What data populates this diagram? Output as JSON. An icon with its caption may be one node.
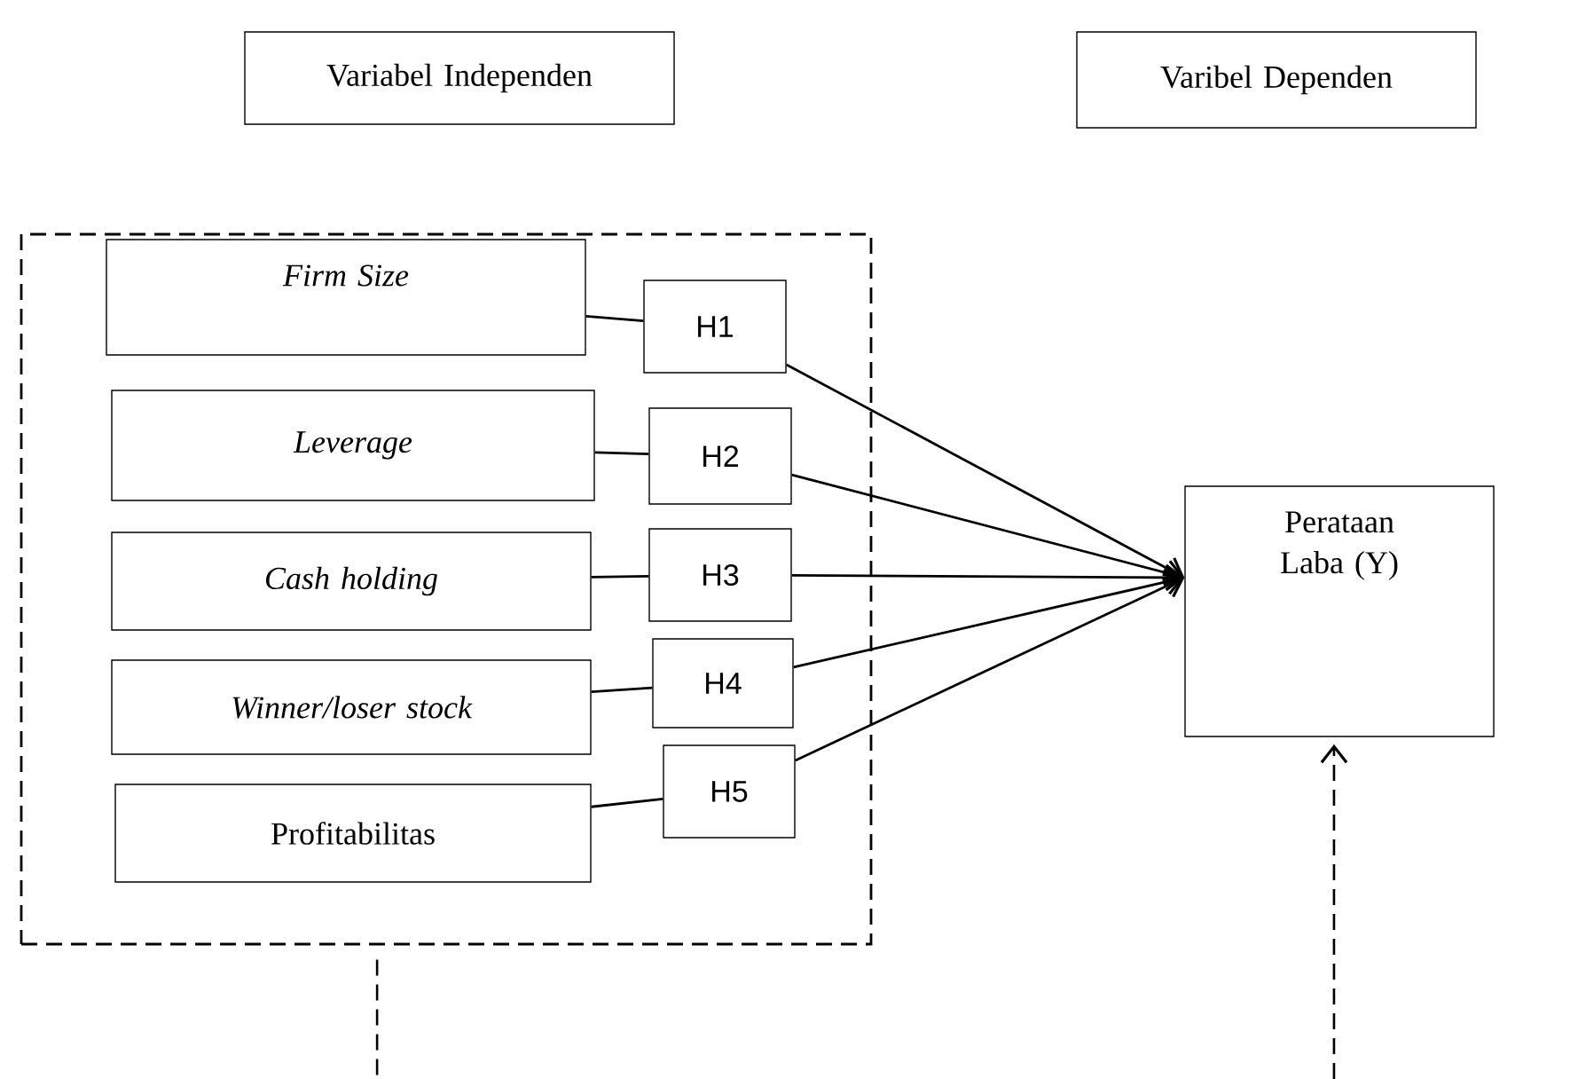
{
  "diagram": {
    "nodes": [
      {
        "text": [
          "Variabel Independen"
        ]
      },
      {
        "text": [
          "Varibel Dependen"
        ]
      },
      {
        "text": [],
        "shape": "box"
      },
      {
        "text": [
          "Firm Size"
        ],
        "in": 2
      },
      {
        "text": [
          "Leverage"
        ],
        "in": 2
      },
      {
        "text": [
          "Cash holding"
        ],
        "in": 2
      },
      {
        "text": [
          "Winner/loser stock"
        ],
        "in": 2
      },
      {
        "text": [
          "Profitabilitas"
        ],
        "in": 2
      },
      {
        "text": [
          "H1"
        ],
        "in": 2
      },
      {
        "text": [
          "H2"
        ],
        "in": 2
      },
      {
        "text": [
          "H3"
        ],
        "in": 2
      },
      {
        "text": [
          "H4"
        ],
        "in": 2
      },
      {
        "text": [
          "H5"
        ],
        "in": 2
      },
      {
        "text": [
          "Perataan Laba (Y)"
        ]
      }
    ],
    "edges": [
      {
        "from": 3,
        "to": 8,
        "arrow": "none"
      },
      {
        "from": 8,
        "to": 13,
        "arrow": "to"
      },
      {
        "from": 4,
        "to": 9,
        "arrow": "none"
      },
      {
        "from": 9,
        "to": 13,
        "arrow": "to"
      },
      {
        "from": 5,
        "to": 10,
        "arrow": "none"
      },
      {
        "from": 10,
        "to": 13,
        "arrow": "to"
      },
      {
        "from": 6,
        "to": 11,
        "arrow": "none"
      },
      {
        "from": 11,
        "to": 13,
        "arrow": "to"
      },
      {
        "from": 7,
        "to": 12,
        "arrow": "none"
      },
      {
        "from": 12,
        "to": 13,
        "arrow": "to"
      },
      {
        "from": 2,
        "to": null,
        "arrow": "none",
        "style": "dashed"
      },
      {
        "from": null,
        "to": 13,
        "arrow": "to",
        "style": "dashed"
      }
    ]
  }
}
